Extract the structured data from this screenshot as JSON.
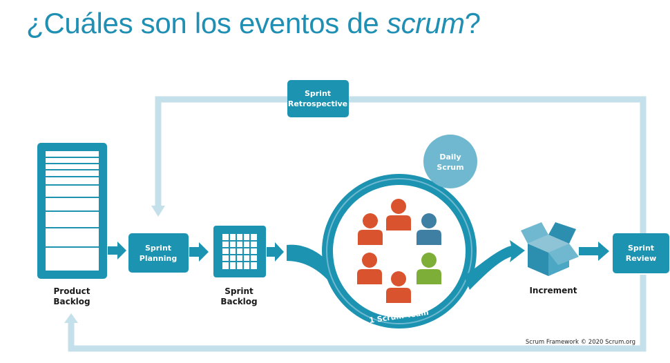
{
  "slide": {
    "title_prefix": "¿Cuáles son los eventos de ",
    "title_italic": "scrum",
    "title_suffix": "?"
  },
  "diagram": {
    "product_backlog": [
      "Product",
      "Backlog"
    ],
    "sprint_planning": [
      "Sprint",
      "Planning"
    ],
    "sprint_backlog": [
      "Sprint",
      "Backlog"
    ],
    "daily_scrum": [
      "Daily",
      "Scrum"
    ],
    "scrum_team": "1 Scrum Team",
    "increment": "Increment",
    "sprint_review": [
      "Sprint",
      "Review"
    ],
    "sprint_retrospective": [
      "Sprint",
      "Retrospective"
    ],
    "copyright": "Scrum Framework © 2020 Scrum.org"
  },
  "colors": {
    "teal": "#1d93b2",
    "light_teal": "#c4e0ea",
    "team_orange": "#d9542e",
    "team_blue": "#3f7fa3",
    "team_green": "#7daf38"
  }
}
